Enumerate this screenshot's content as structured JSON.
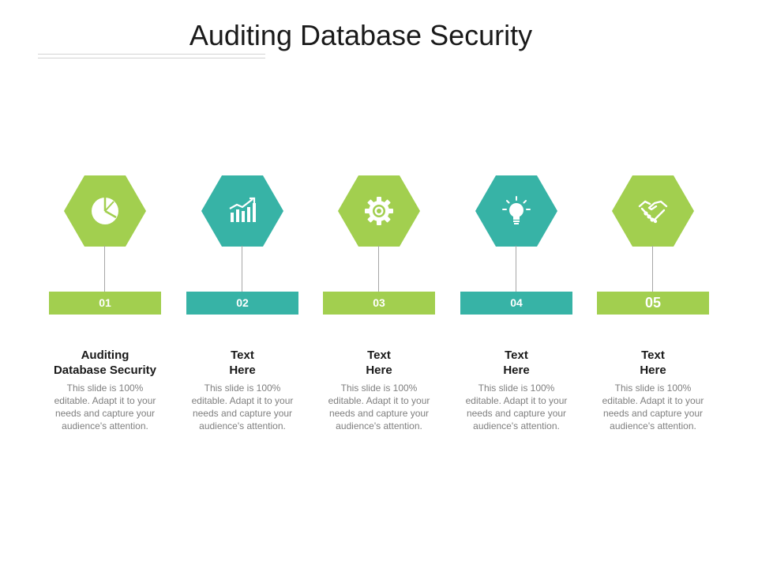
{
  "slide": {
    "title": "Auditing Database Security"
  },
  "colors": {
    "green": "#a2cf4f",
    "teal": "#37b3a6"
  },
  "steps": [
    {
      "number": "01",
      "heading": "Auditing\nDatabase Security",
      "description": "This slide is 100% editable. Adapt it to your needs and capture your audience's attention.",
      "icon": "pie-chart-icon",
      "color": "green"
    },
    {
      "number": "02",
      "heading": "Text\nHere",
      "description": "This slide is 100% editable. Adapt it to your needs and capture your audience's attention.",
      "icon": "bar-chart-trend-icon",
      "color": "teal"
    },
    {
      "number": "03",
      "heading": "Text\nHere",
      "description": "This slide is 100% editable. Adapt it to your needs and capture your audience's attention.",
      "icon": "gear-icon",
      "color": "green"
    },
    {
      "number": "04",
      "heading": "Text\nHere",
      "description": "This slide is 100% editable. Adapt it to your needs and capture your audience's attention.",
      "icon": "lightbulb-icon",
      "color": "teal"
    },
    {
      "number": "05",
      "heading": "Text\nHere",
      "description": "This slide is 100% editable. Adapt it to your needs and capture your audience's attention.",
      "icon": "handshake-icon",
      "color": "green"
    }
  ]
}
